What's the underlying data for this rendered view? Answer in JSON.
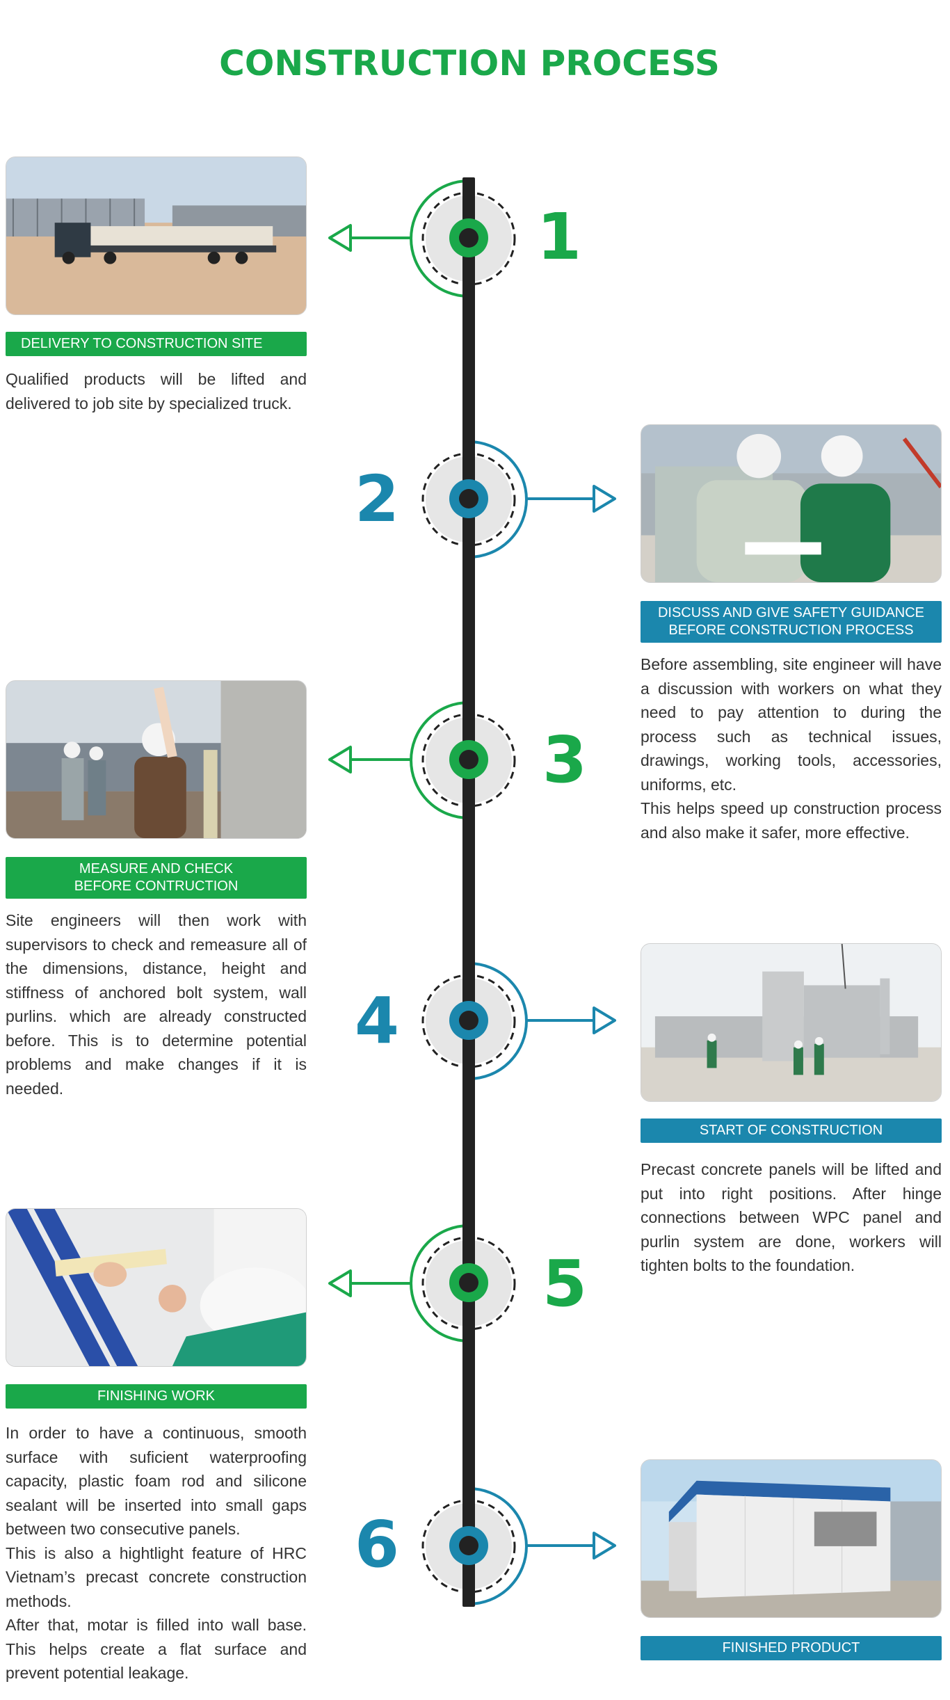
{
  "title": "CONSTRUCTION PROCESS",
  "colors": {
    "green": "#1aa84a",
    "blue": "#1b87ad",
    "spine": "#222222"
  },
  "steps": [
    {
      "number": "1",
      "side": "left",
      "color": "green",
      "caption": "DELIVERY TO CONSTRUCTION SITE",
      "photo": "truck-delivering-panels",
      "paragraphs": [
        "Qualified products will be lifted and delivered to job site by specialized truck."
      ]
    },
    {
      "number": "2",
      "side": "right",
      "color": "blue",
      "caption_lines": [
        "DISCUSS AND GIVE SAFETY GUIDANCE",
        "BEFORE CONSTRUCTION PROCESS"
      ],
      "photo": "engineers-discussing",
      "paragraphs": [
        "Before assembling, site engineer will have a discussion with workers on what they need to pay attention to during the process such as technical issues, drawings, working tools, accessories, uniforms, etc.",
        "This helps speed up construction process and also make it safer, more effective."
      ]
    },
    {
      "number": "3",
      "side": "left",
      "color": "green",
      "caption_lines": [
        "MEASURE AND CHECK",
        "BEFORE CONTRUCTION"
      ],
      "photo": "engineer-measuring-level",
      "paragraphs": [
        "Site engineers will then work with supervisors to check and remeasure all of the dimensions, distance, height and stiffness of anchored bolt system, wall purlins. which are already constructed before. This is to determine potential problems and make changes if it is needed."
      ]
    },
    {
      "number": "4",
      "side": "right",
      "color": "blue",
      "caption": "START OF CONSTRUCTION",
      "photo": "panels-lifted-into-place",
      "paragraphs": [
        "Precast concrete panels will be lifted and put into right positions. After hinge connections between WPC panel and purlin system are done, workers will tighten bolts to the foundation."
      ]
    },
    {
      "number": "5",
      "side": "left",
      "color": "green",
      "caption": "FINISHING WORK",
      "photo": "worker-applying-sealant",
      "paragraphs": [
        "In order to have a continuous, smooth surface with suficient waterproofing capacity, plastic foam rod and silicone sealant will be inserted into small gaps between two consecutive panels.",
        "This is also a hightlight feature of HRC Vietnam’s precast concrete construction methods.",
        "After that, motar is filled into wall base. This helps create a flat surface and prevent potential leakage."
      ]
    },
    {
      "number": "6",
      "side": "right",
      "color": "blue",
      "caption": "FINISHED PRODUCT",
      "photo": "finished-building"
    }
  ]
}
